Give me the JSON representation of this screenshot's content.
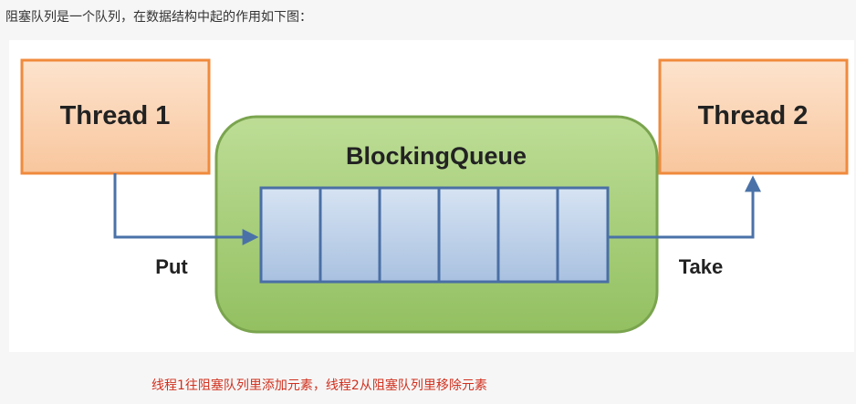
{
  "intro": "阻塞队列是一个队列，在数据结构中起的作用如下图：",
  "diagram": {
    "thread1_label": "Thread 1",
    "thread2_label": "Thread 2",
    "queue_label": "BlockingQueue",
    "put_label": "Put",
    "take_label": "Take",
    "queue_slot_count": 6
  },
  "caption": "线程1往阻塞队列里添加元素，线程2从阻塞队列里移除元素",
  "colors": {
    "thread_fill": "#fbd5b5",
    "thread_border": "#f08a3c",
    "queue_fill": "#a7cf7b",
    "queue_border": "#7aa44e",
    "slot_fill": "#c5d6ec",
    "slot_border": "#4a6fa5",
    "arrow": "#4a72a8",
    "caption": "#d0311f"
  }
}
